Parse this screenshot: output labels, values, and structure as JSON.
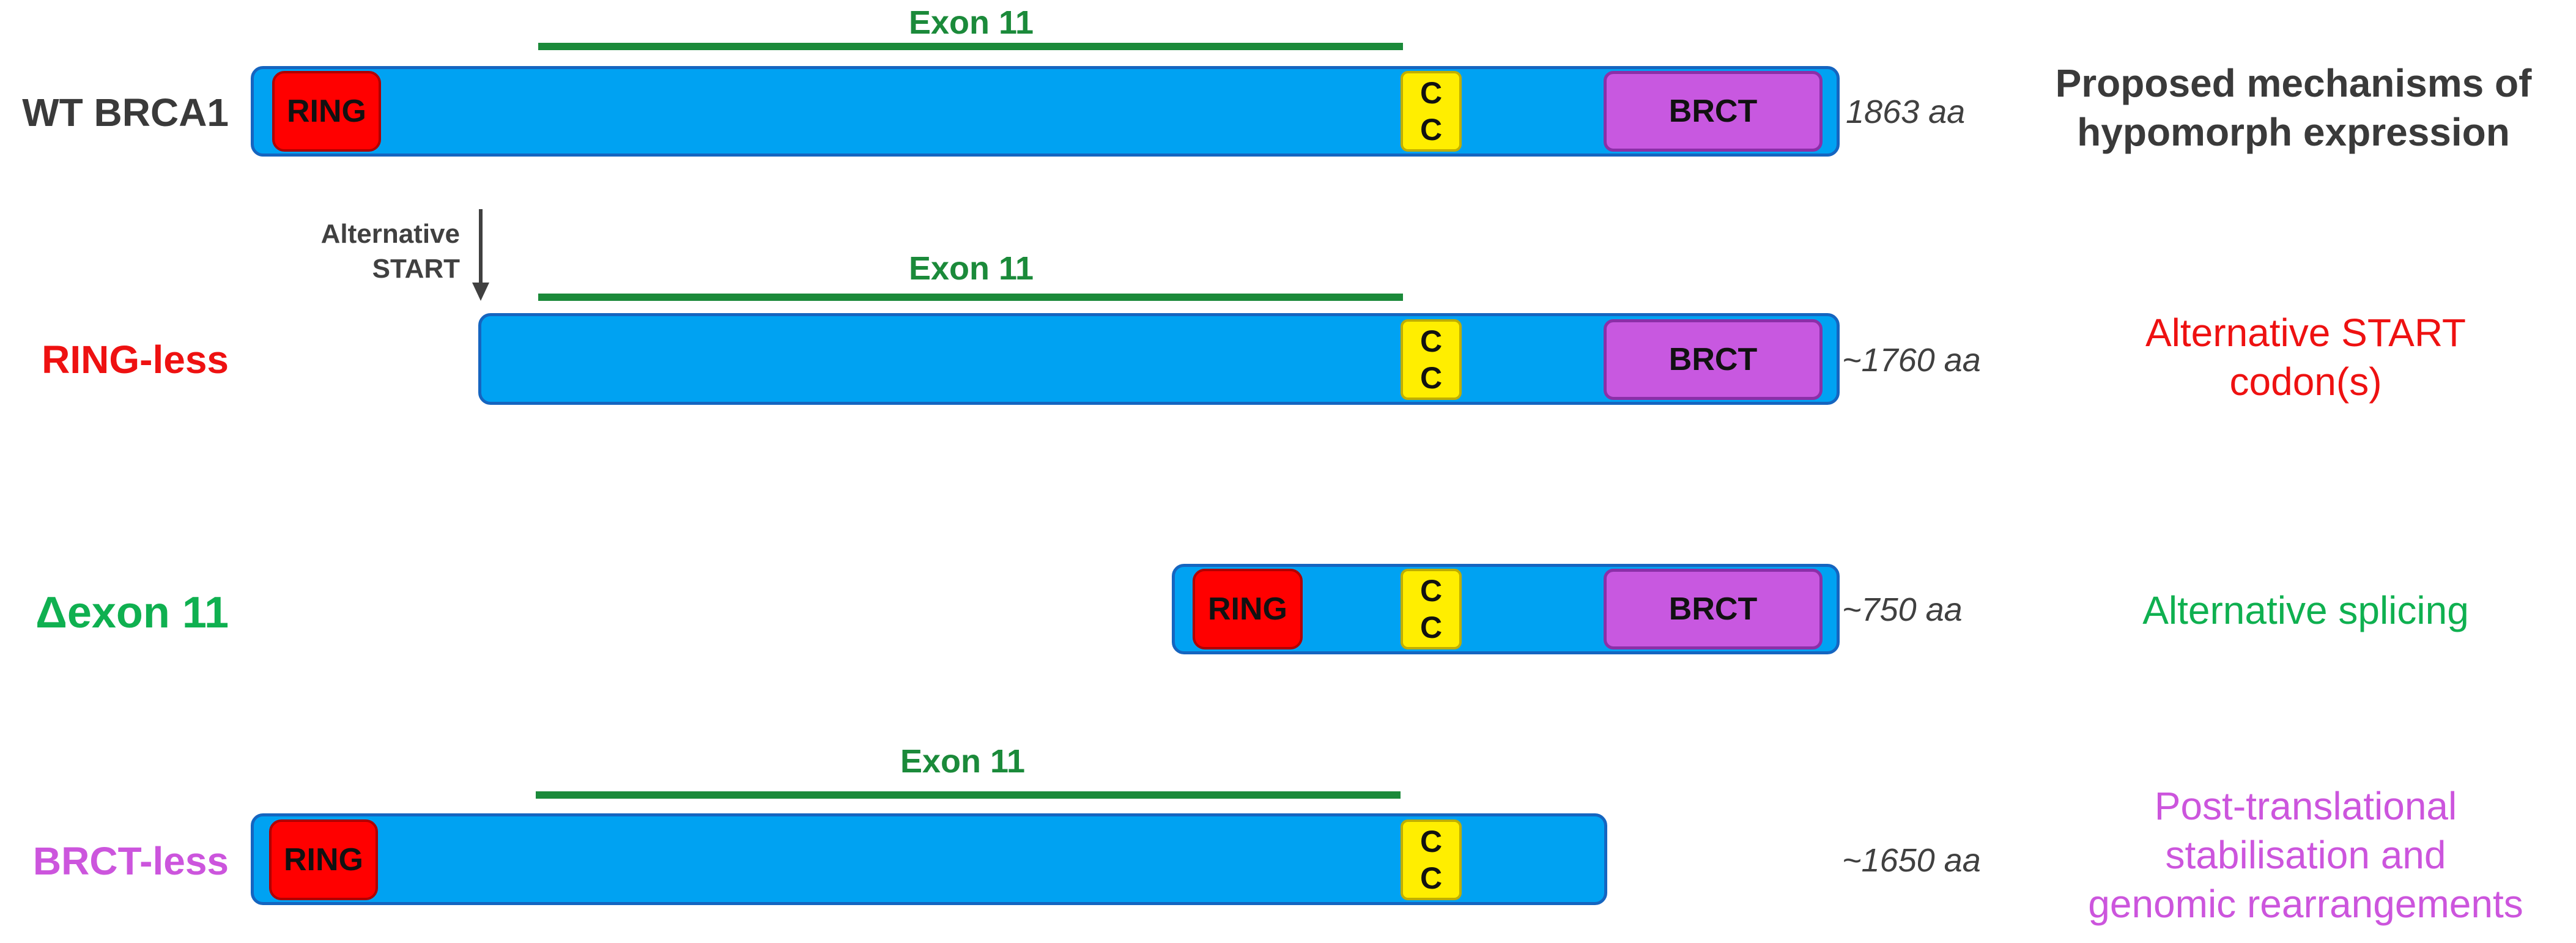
{
  "exon_label": "Exon 11",
  "cc_top": "C",
  "cc_bottom": "C",
  "domains": {
    "ring": "RING",
    "brct": "BRCT"
  },
  "heading": {
    "line1": "Proposed mechanisms of",
    "line2": "hypomorph expression"
  },
  "alt_start": {
    "line1": "Alternative",
    "line2": "START"
  },
  "rows": [
    {
      "name": "WT BRCA1",
      "size": "1863 aa",
      "color": "#3a3a3a"
    },
    {
      "name": "RING-less",
      "size": "~1760 aa",
      "color": "#ee1111",
      "mechanism": [
        "Alternative START",
        "codon(s)"
      ]
    },
    {
      "name": "Δexon 11",
      "size": "~750 aa",
      "color": "#0fb050",
      "mechanism": [
        "Alternative splicing"
      ]
    },
    {
      "name": "BRCT-less",
      "size": "~1650 aa",
      "color": "#cc55dd",
      "mechanism": [
        "Post-translational",
        "stabilisation and",
        "genomic rearrangements"
      ]
    }
  ],
  "colors": {
    "protein": "#00a2f2",
    "ring": "#ff0000",
    "brct": "#c858e0",
    "cc": "#ffee00",
    "exon": "#1b8a3a"
  }
}
